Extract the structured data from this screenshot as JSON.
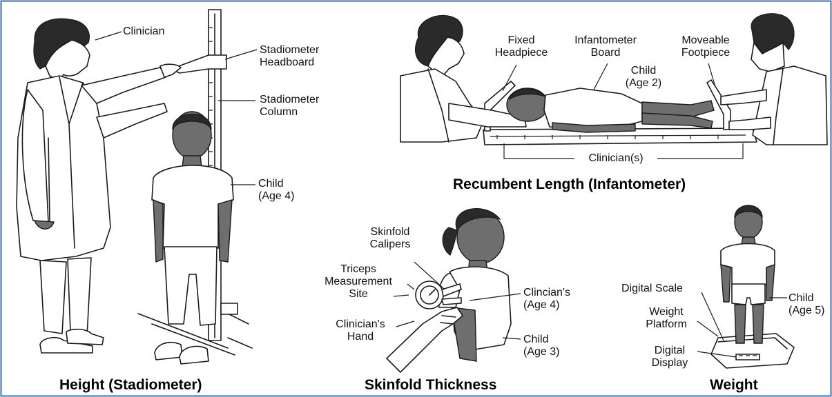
{
  "colors": {
    "border": "#3a6fb5",
    "ink": "#1a1a1a",
    "skin": "#6b6b6b",
    "paper": "#ffffff"
  },
  "panels": {
    "stadiometer": {
      "title": "Height (Stadiometer)",
      "labels": {
        "clinician": "Clinician",
        "headboard": "Stadiometer\nHeadboard",
        "column": "Stadiometer\nColumn",
        "child": "Child\n(Age 4)"
      }
    },
    "infantometer": {
      "title": "Recumbent Length (Infantometer)",
      "labels": {
        "headpiece": "Fixed\nHeadpiece",
        "board": "Infantometer\nBoard",
        "footpiece": "Moveable\nFootpiece",
        "child": "Child\n(Age 2)",
        "clinicians": "Clinician(s)"
      }
    },
    "skinfold": {
      "title": "Skinfold Thickness",
      "labels": {
        "calipers": "Skinfold\nCalipers",
        "site": "Triceps\nMeasurement\nSite",
        "hand": "Clinician's\nHand",
        "clinician": "Clincian's\n(Age 4)",
        "child": "Child\n(Age 3)"
      }
    },
    "weight": {
      "title": "Weight",
      "labels": {
        "scale": "Digital Scale",
        "platform": "Weight\nPlatform",
        "display": "Digital\nDisplay",
        "child": "Child\n(Age 5)"
      }
    }
  }
}
